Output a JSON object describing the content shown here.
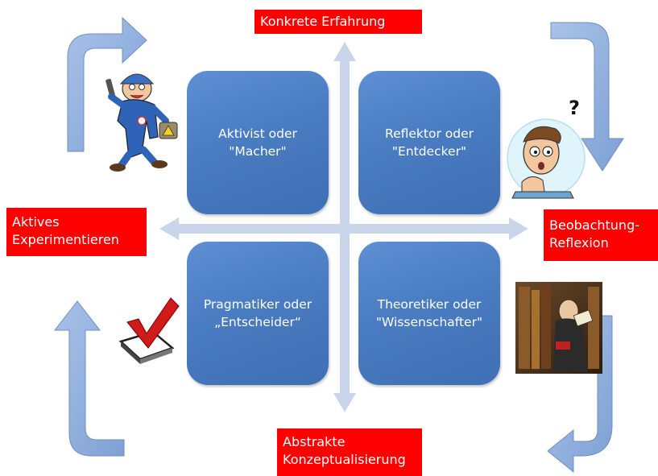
{
  "poles": {
    "top": "Konkrete Erfahrung",
    "left": [
      "Aktives",
      "Experimentieren"
    ],
    "right": [
      "Beobachtung-",
      "Reflexion"
    ],
    "bottom": [
      "Abstrakte",
      "Konzeptualisierung"
    ]
  },
  "quadrants": {
    "top_left": [
      "Aktivist oder",
      "\"Macher\""
    ],
    "top_right": [
      "Reflektor oder",
      "\"Entdecker\""
    ],
    "bottom_left": [
      "Pragmatiker oder",
      "„Entscheider“"
    ],
    "bottom_right": [
      "Theoretiker oder",
      "\"Wissenschafter\""
    ]
  },
  "colors": {
    "pole_box": "#ff0000",
    "quadrant": "#4a7cc2",
    "axis": "#c5d3e8",
    "cycle_arrow": "#8fb0de"
  },
  "illustrations": [
    "worker-icon",
    "thinker-icon",
    "checkmark-icon",
    "scholar-icon"
  ]
}
